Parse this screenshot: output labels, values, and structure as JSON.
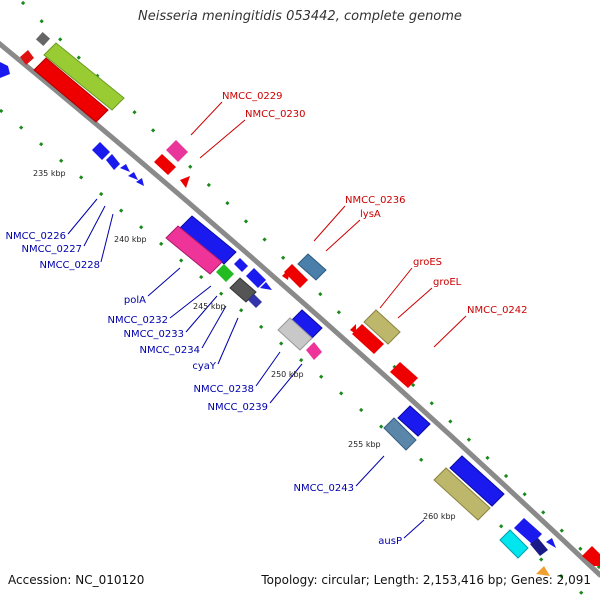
{
  "title": "Neisseria meningitidis 053442, complete genome",
  "footer": {
    "accession": "Accession: NC_010120",
    "topology": "Topology: circular; Length: 2,153,416 bp; Genes: 2,091"
  },
  "colors": {
    "backbone": "#8a8a8a",
    "forward_label": "#cc0000",
    "reverse_label": "#0000aa",
    "dots": "#1a8a1a"
  },
  "tick_labels": [
    "235 kbp",
    "240 kbp",
    "245 kbp",
    "250 kbp",
    "255 kbp",
    "260 kbp"
  ],
  "forward_labels": [
    "NMCC_0229",
    "NMCC_0230",
    "NMCC_0236",
    "lysA",
    "groES",
    "groEL",
    "NMCC_0242"
  ],
  "reverse_labels": [
    "NMCC_0226",
    "NMCC_0227",
    "NMCC_0228",
    "polA",
    "NMCC_0232",
    "NMCC_0233",
    "NMCC_0234",
    "cyaY",
    "NMCC_0238",
    "NMCC_0239",
    "NMCC_0243",
    "ausP"
  ]
}
